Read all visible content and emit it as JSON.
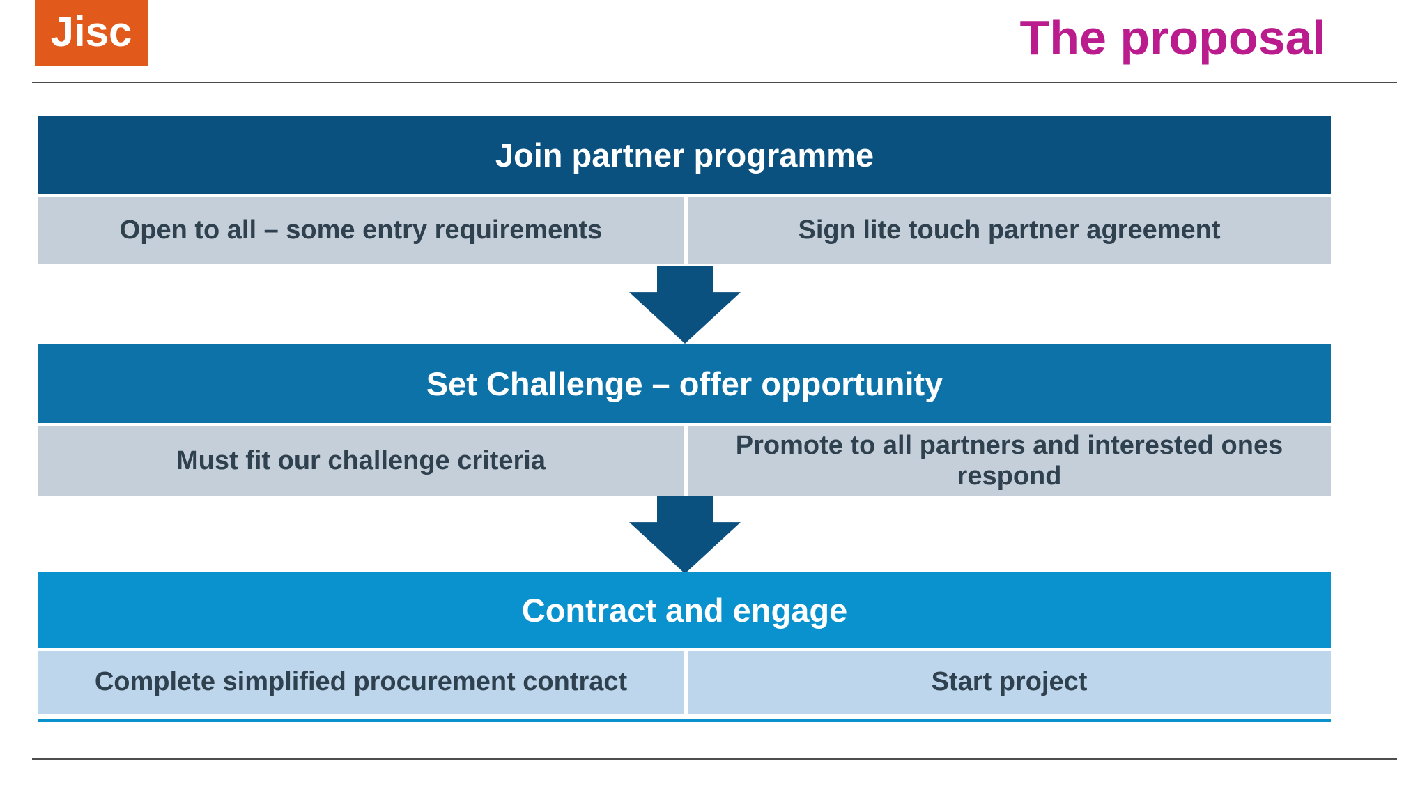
{
  "slide": {
    "logo": {
      "text": "Jisc",
      "bg_color": "#E25A1B"
    },
    "title": {
      "text": "The proposal",
      "color": "#BA1B8D"
    },
    "stages": [
      {
        "header": "Join partner programme",
        "header_color": "#0A5180",
        "cell_bg": "#C5CFDA",
        "cells": [
          "Open to all – some entry requirements",
          "Sign lite touch partner agreement"
        ]
      },
      {
        "header": "Set Challenge – offer opportunity",
        "header_color": "#0C72A8",
        "cell_bg": "#C5CFDA",
        "cells": [
          "Must fit our challenge criteria",
          "Promote to all partners and interested ones respond"
        ]
      },
      {
        "header": "Contract and engage",
        "header_color": "#0992CE",
        "cell_bg": "#BDD6EC",
        "cells": [
          "Complete simplified procurement contract",
          "Start project"
        ]
      }
    ],
    "arrow_color": "#0A5180",
    "cell_text_color": "#2F404E",
    "rule_color": "#4D4D4D"
  }
}
